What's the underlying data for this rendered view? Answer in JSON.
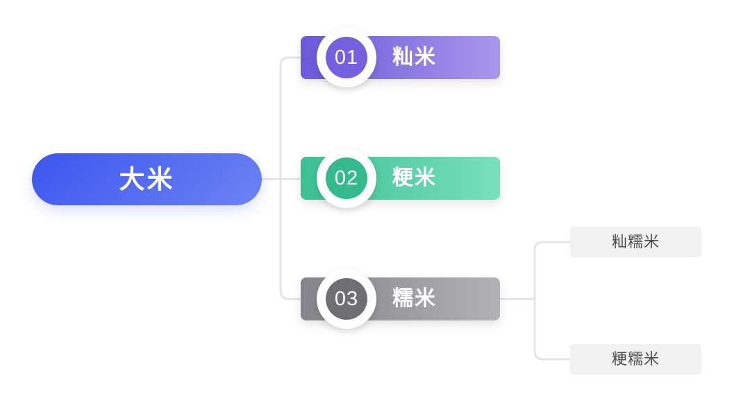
{
  "diagram": {
    "type": "mind-map",
    "background": "#ffffff",
    "connector_color": "#e4e4e7",
    "root": {
      "label": "大米",
      "text_color": "#ffffff",
      "gradient_start": "#3c56ee",
      "gradient_end": "#6d83f3"
    },
    "branches": [
      {
        "number": "01",
        "label": "籼米",
        "gradient_start": "#6a59d9",
        "gradient_end": "#a996ec",
        "badge_color": "#7560e0",
        "badge_ring_color": "#ffffff",
        "text_color": "#ffffff"
      },
      {
        "number": "02",
        "label": "粳米",
        "gradient_start": "#3dbf94",
        "gradient_end": "#79e0bd",
        "badge_color": "#35ba8e",
        "badge_ring_color": "#ffffff",
        "text_color": "#ffffff"
      },
      {
        "number": "03",
        "label": "糯米",
        "gradient_start": "#84848a",
        "gradient_end": "#b2b2b6",
        "badge_color": "#6f6f73",
        "badge_ring_color": "#ffffff",
        "text_color": "#ffffff",
        "children": [
          {
            "label": "籼糯米"
          },
          {
            "label": "粳糯米"
          }
        ]
      }
    ],
    "leaf_style": {
      "background": "#f1f1f2",
      "text_color": "#4c4c4c"
    }
  }
}
